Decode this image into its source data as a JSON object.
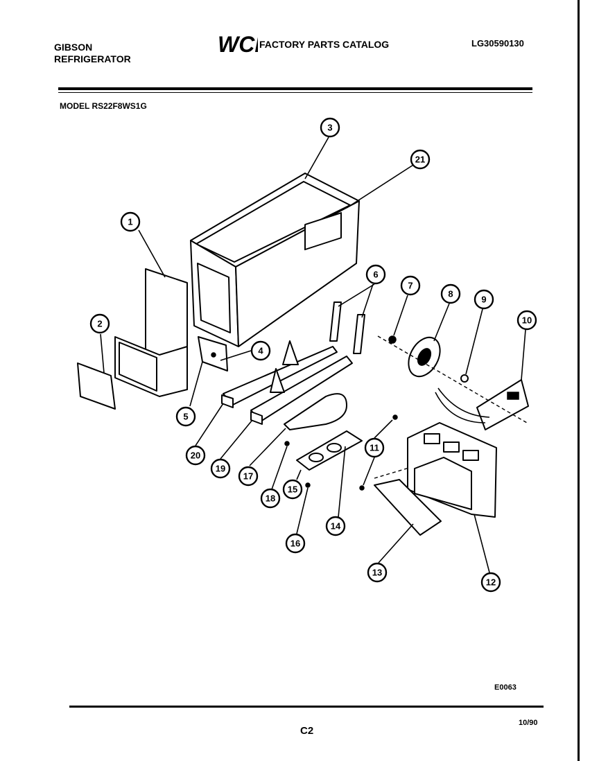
{
  "header": {
    "brand_line1": "GIBSON",
    "brand_line2": "REFRIGERATOR",
    "logo_text": "WCI",
    "catalog_title": "FACTORY PARTS CATALOG",
    "catalog_number": "LG30590130",
    "model_label": "MODEL RS22F8WS1G"
  },
  "diagram": {
    "callouts": [
      "1",
      "2",
      "3",
      "4",
      "5",
      "6",
      "7",
      "8",
      "9",
      "10",
      "11",
      "12",
      "13",
      "14",
      "15",
      "16",
      "17",
      "18",
      "19",
      "20",
      "21"
    ]
  },
  "footer": {
    "drawing_id": "E0063",
    "page_number": "C2",
    "date": "10/90"
  }
}
